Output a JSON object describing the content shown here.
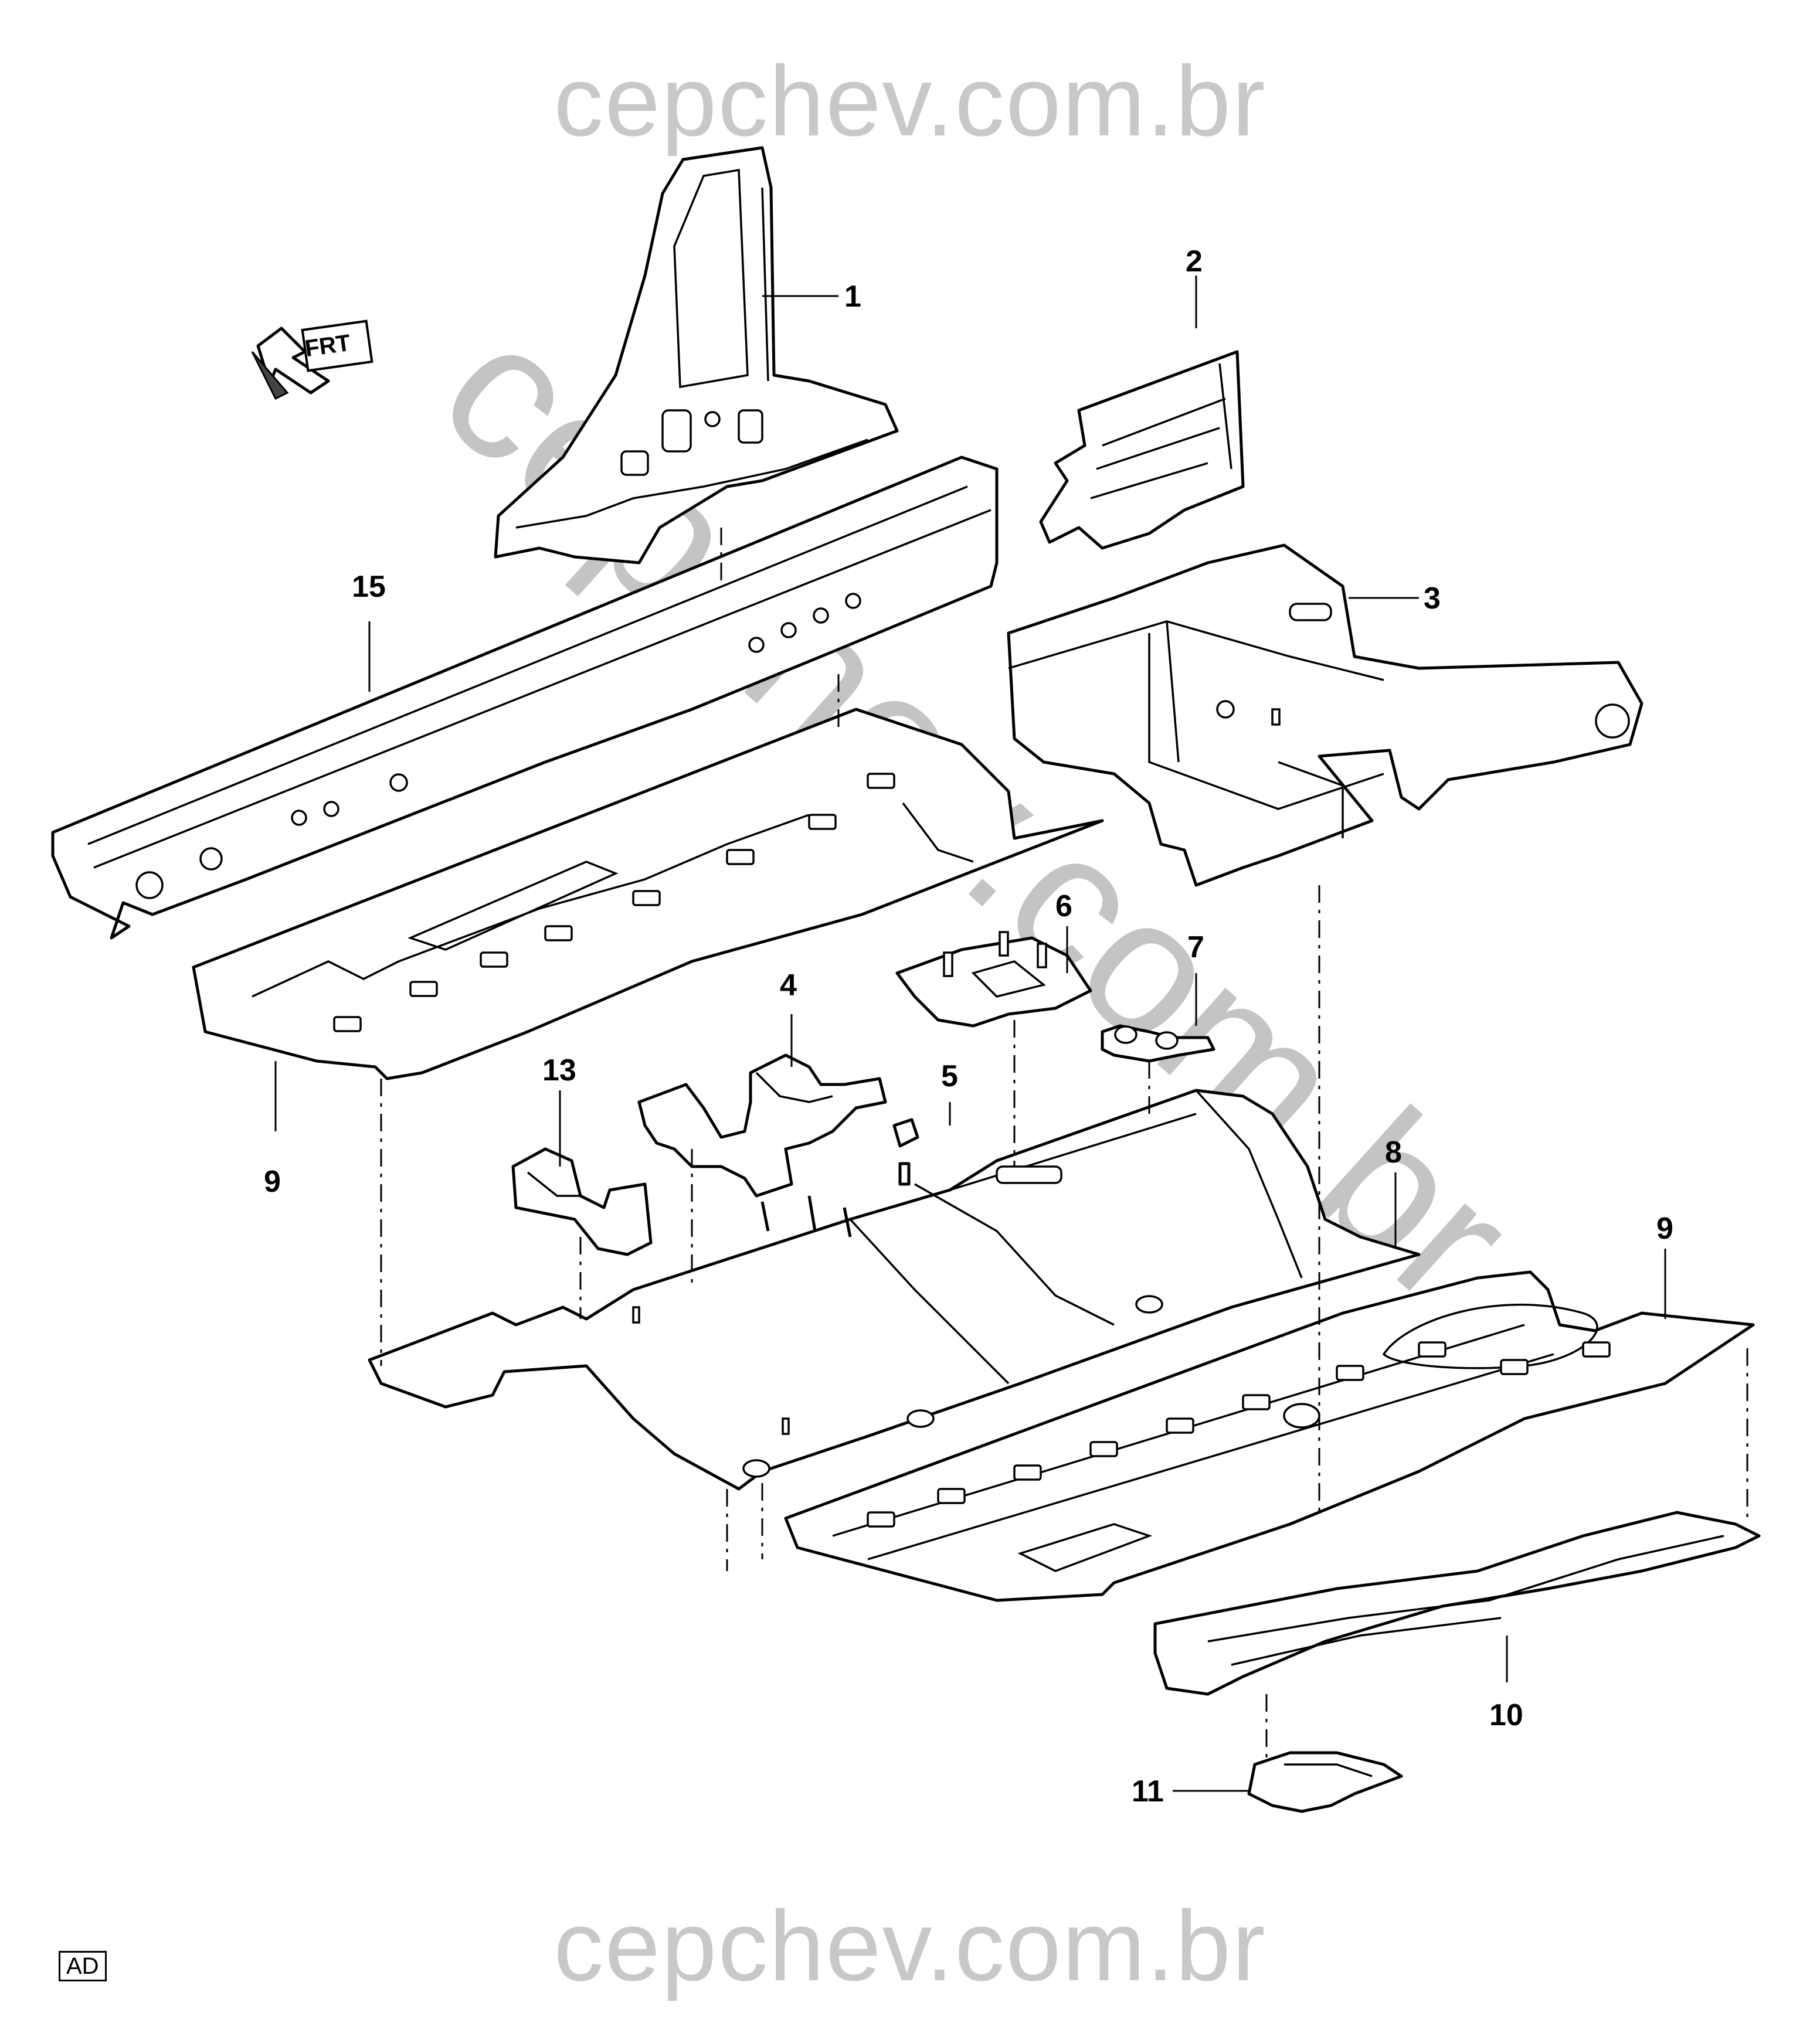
{
  "watermark": {
    "top": "cepchev.com.br",
    "diagonal": "cepchev.com.br",
    "bottom": "cepchev.com.br"
  },
  "orientation": {
    "label": "FRT",
    "icon": "front-arrow-icon"
  },
  "callouts": [
    "1",
    "2",
    "3",
    "15",
    "6",
    "7",
    "4",
    "5",
    "13",
    "8",
    "9",
    "9",
    "10",
    "11"
  ],
  "code_box": "AD"
}
